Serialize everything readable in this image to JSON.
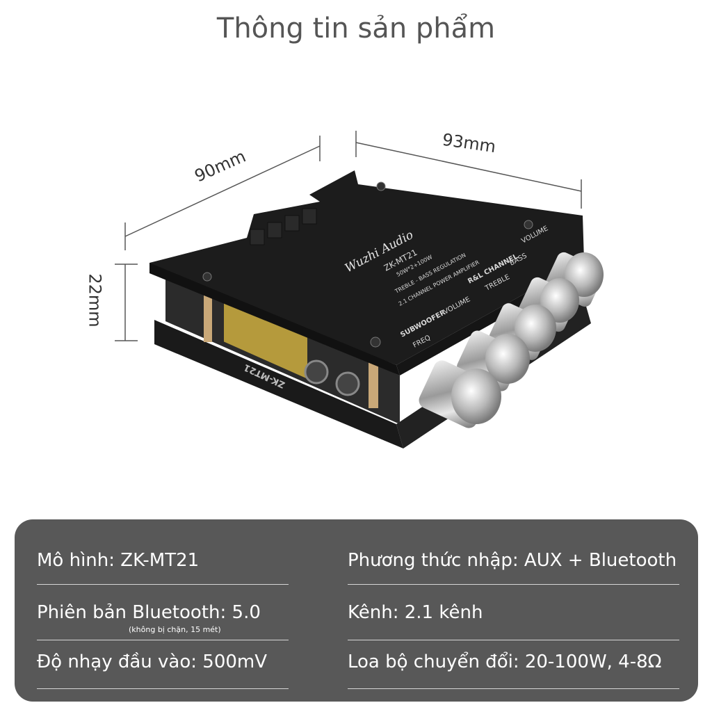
{
  "header": {
    "title": "Thông tin sản phẩm"
  },
  "dimensions": {
    "depth": "90mm",
    "width": "93mm",
    "height": "22mm"
  },
  "board": {
    "brand": "Wuzhi Audio",
    "model": "ZK-MT21",
    "power": "50W*2+100W",
    "line1": "TREBLE - BASS REGULATION",
    "line2": "2.1 CHANNEL POWER AMPLIFIER",
    "label_subwoofer": "SUBWOOFER",
    "label_lr": "R&L CHANNEL",
    "label_freq": "FREQ",
    "label_volume": "VOLUME",
    "label_treble": "TREBLE",
    "label_bass": "BASS",
    "label_volume2": "VOLUME",
    "pcb_model": "ZK-MT21"
  },
  "specs": {
    "model": "Mô hình: ZK-MT21",
    "input": "Phương thức nhập: AUX + Bluetooth",
    "bt_version": "Phiên bản Bluetooth: 5.0",
    "bt_note": "(không bị chặn, 15 mét)",
    "channel": "Kênh: 2.1 kênh",
    "sensitivity": "Độ nhạy đầu vào: 500mV",
    "speaker": "Loa bộ chuyển đổi: 20-100W, 4-8Ω"
  },
  "colors": {
    "panel": "#585858",
    "text": "#555555",
    "board": "#1c1c1c"
  }
}
